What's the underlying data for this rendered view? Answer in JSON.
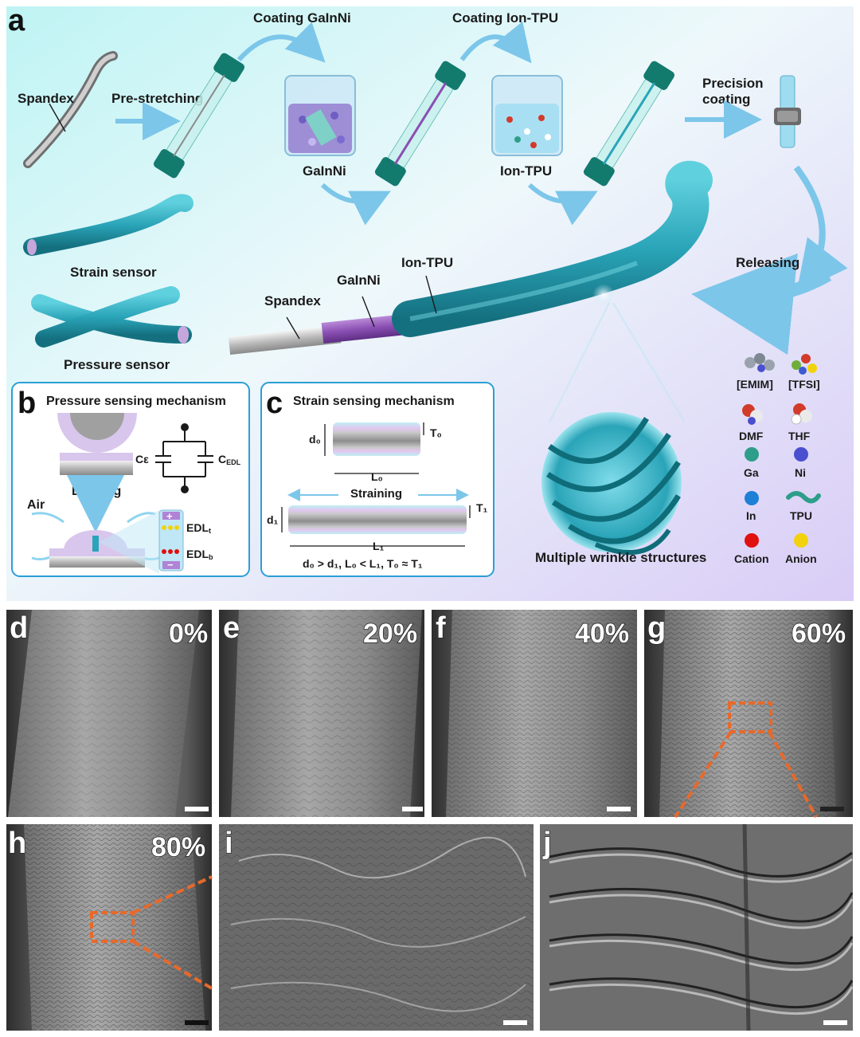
{
  "panel_a": {
    "letter": "a",
    "labels": {
      "spandex": "Spandex",
      "pre_stretching": "Pre-stretching",
      "coating_galnni": "Coating GaInNi",
      "galnni": "GaInNi",
      "coating_ion_tpu": "Coating Ion-TPU",
      "ion_tpu": "Ion-TPU",
      "precision_coating_1": "Precision",
      "precision_coating_2": "coating",
      "releasing": "Releasing",
      "strain_sensor": "Strain sensor",
      "pressure_sensor": "Pressure sensor",
      "fiber_spandex": "Spandex",
      "fiber_galnni": "GaInNi",
      "fiber_ion_tpu": "Ion-TPU",
      "wrinkle_caption": "Multiple wrinkle structures"
    },
    "legend": [
      {
        "label": "[EMIM]",
        "color": "#9aa3ad"
      },
      {
        "label": "[TFSI]",
        "color": "#6fae3c"
      },
      {
        "label": "DMF",
        "color": "#d23a2a"
      },
      {
        "label": "THF",
        "color": "#d23a2a"
      },
      {
        "label": "Ga",
        "color": "#2e9e8a"
      },
      {
        "label": "Ni",
        "color": "#4a4fd0"
      },
      {
        "label": "In",
        "color": "#1e7fd6"
      },
      {
        "label": "TPU",
        "color": "#2e9e8a"
      },
      {
        "label": "Cation",
        "color": "#e01010"
      },
      {
        "label": "Anion",
        "color": "#f2d20c"
      }
    ]
  },
  "panel_b": {
    "letter": "b",
    "title": "Pressure sensing mechanism",
    "loading": "Loading",
    "air": "Air",
    "c_eps": "Cε",
    "c_edl_main": "C",
    "c_edl_sub": "EDL",
    "edl_t_main": "EDL",
    "edl_t_sub": "t",
    "edl_b_main": "EDL",
    "edl_b_sub": "b"
  },
  "panel_c": {
    "letter": "c",
    "title": "Strain sensing mechanism",
    "straining": "Straining",
    "d0": "d₀",
    "t0": "T₀",
    "l0": "L₀",
    "d1": "d₁",
    "t1": "T₁",
    "l1": "L₁",
    "relation": "d₀ > d₁, L₀ < L₁, T₀ ≈ T₁"
  },
  "sem_panels": [
    {
      "letter": "d",
      "strain": "0%"
    },
    {
      "letter": "e",
      "strain": "20%"
    },
    {
      "letter": "f",
      "strain": "40%"
    },
    {
      "letter": "g",
      "strain": "60%"
    },
    {
      "letter": "h",
      "strain": "80%"
    },
    {
      "letter": "i",
      "strain": ""
    },
    {
      "letter": "j",
      "strain": ""
    }
  ],
  "colors": {
    "fiber_teal": "#2aa4b8",
    "galnni_purple": "#8a4fb3",
    "arrow_blue": "#7cc6ea",
    "frame_blue": "#2a9fd6",
    "zoom_orange": "#e8692a"
  }
}
